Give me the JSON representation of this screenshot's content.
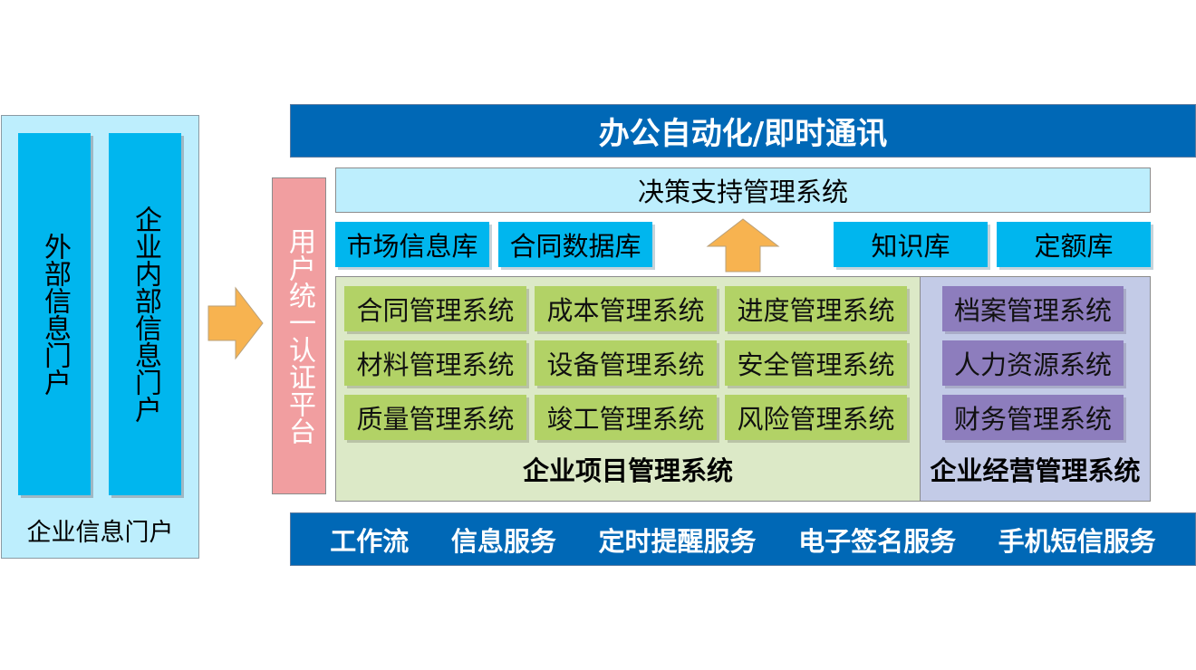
{
  "portal": {
    "title": "企业信息门户",
    "columns": [
      "外部信息门户",
      "企业内部信息门户"
    ]
  },
  "auth": "用户统一认证平台",
  "top_bar": "办公自动化/即时通讯",
  "decision": "决策支持管理系统",
  "databases": [
    "市场信息库",
    "合同数据库",
    "知识库",
    "定额库"
  ],
  "project": {
    "title": "企业项目管理系统",
    "items": [
      "合同管理系统",
      "成本管理系统",
      "进度管理系统",
      "材料管理系统",
      "设备管理系统",
      "安全管理系统",
      "质量管理系统",
      "竣工管理系统",
      "风险管理系统"
    ]
  },
  "operation": {
    "title": "企业经营管理系统",
    "items": [
      "档案管理系统",
      "人力资源系统",
      "财务管理系统"
    ]
  },
  "services": [
    "工作流",
    "信息服务",
    "定时提醒服务",
    "电子签名服务",
    "手机短信服务"
  ],
  "colors": {
    "dark_blue": "#0068B6",
    "cyan": "#00B6EE",
    "light_cyan": "#BDEEFD",
    "pink": "#F19EA0",
    "green": "#B2D266",
    "purple": "#8D7DBD",
    "arrow": "#F7B350"
  }
}
